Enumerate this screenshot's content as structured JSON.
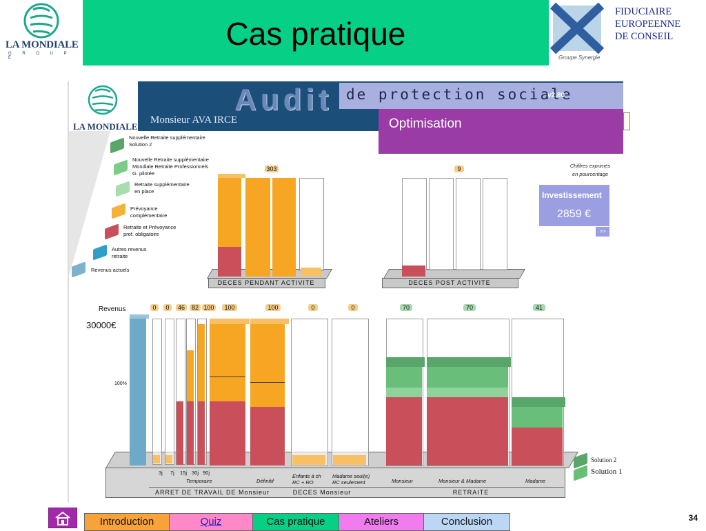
{
  "slide": {
    "title": "Cas pratique",
    "page_number": "34"
  },
  "logos": {
    "left_brand": "LA MONDIALE",
    "left_brand_sub": "G R O U P E",
    "right_brand_lines": [
      "FIDUCIAIRE",
      "EUROPEENNE",
      "DE CONSEIL"
    ],
    "right_signature": "Groupe Synergie"
  },
  "app": {
    "brand": "LA MONDIALE",
    "audit": "Audit",
    "subtitle": "de protection sociale",
    "version": "v2.80",
    "client": "Monsieur AVA IRCE",
    "mode": "Optimisation",
    "note_line1": "Chiffres exprimés",
    "note_line2": "en pourcentage",
    "invest_title": "Investissement",
    "invest_value": "2859 €",
    "more": ">>",
    "revenus_label": "Revenus",
    "revenus_amount": "30000€",
    "pct_label": "100%",
    "legend": [
      {
        "line1": "Nouvelle Retraite supplémentaire",
        "line2": "Solution 2",
        "color": "#5aa66a"
      },
      {
        "line1": "Nouvelle Retraite supplémentaire",
        "line2": "Mondiale Retraite Professionnels",
        "line3": "G. pilotée",
        "color": "#7ccc88"
      },
      {
        "line1": "Retraite supplémentaire",
        "line2": "en place",
        "color": "#a9dcae"
      },
      {
        "line1": "Prévoyance",
        "line2": "complémentaire",
        "color": "#f5b13a"
      },
      {
        "line1": "Retraite et Prévoyance",
        "line2": "prof. obligatoire",
        "color": "#c9505a"
      },
      {
        "line1": "Autres revenus",
        "line2": "retraite",
        "color": "#2f9ec9"
      },
      {
        "line1": "Revenus actuels",
        "line2": "",
        "color": "#7eb2cc"
      }
    ],
    "top_panels": [
      {
        "label": "DECES PENDANT ACTIVITE",
        "value": "303"
      },
      {
        "label": "DECES POST ACTIVITE",
        "value": "9"
      }
    ],
    "bottom_values": [
      "0",
      "0",
      "46",
      "82",
      "100",
      "100",
      "100",
      "0",
      "0",
      "70",
      "70",
      "41"
    ],
    "day_labels": [
      "3j",
      "7j",
      "15j",
      "30j",
      "90j"
    ],
    "col_labels": {
      "temporaire": "Temporaire",
      "definitif": "Définitif",
      "enfants": "Enfants à ch",
      "rc_ro": "RC + RO",
      "madame_seule": "Madame seul(e)",
      "rc_seulement": "RC seulement",
      "monsieur": "Monsieur",
      "monsieur_madame": "Monsieur &  Madame",
      "madame": "Madame"
    },
    "group_labels": {
      "arret": "ARRET DE TRAVAIL DE Monsieur",
      "deces": "DECES Monsieur",
      "retraite": "RETRAITE"
    },
    "solution2": "Solution 2",
    "solution1": "Solution 1"
  },
  "nav": {
    "tabs": [
      "Introduction",
      "Quiz",
      "Cas pratique",
      "Ateliers",
      "Conclusion"
    ],
    "colors": [
      "#f7a33a",
      "#ff88c8",
      "#06d086",
      "#f07cf0",
      "#bcd7f5"
    ]
  }
}
